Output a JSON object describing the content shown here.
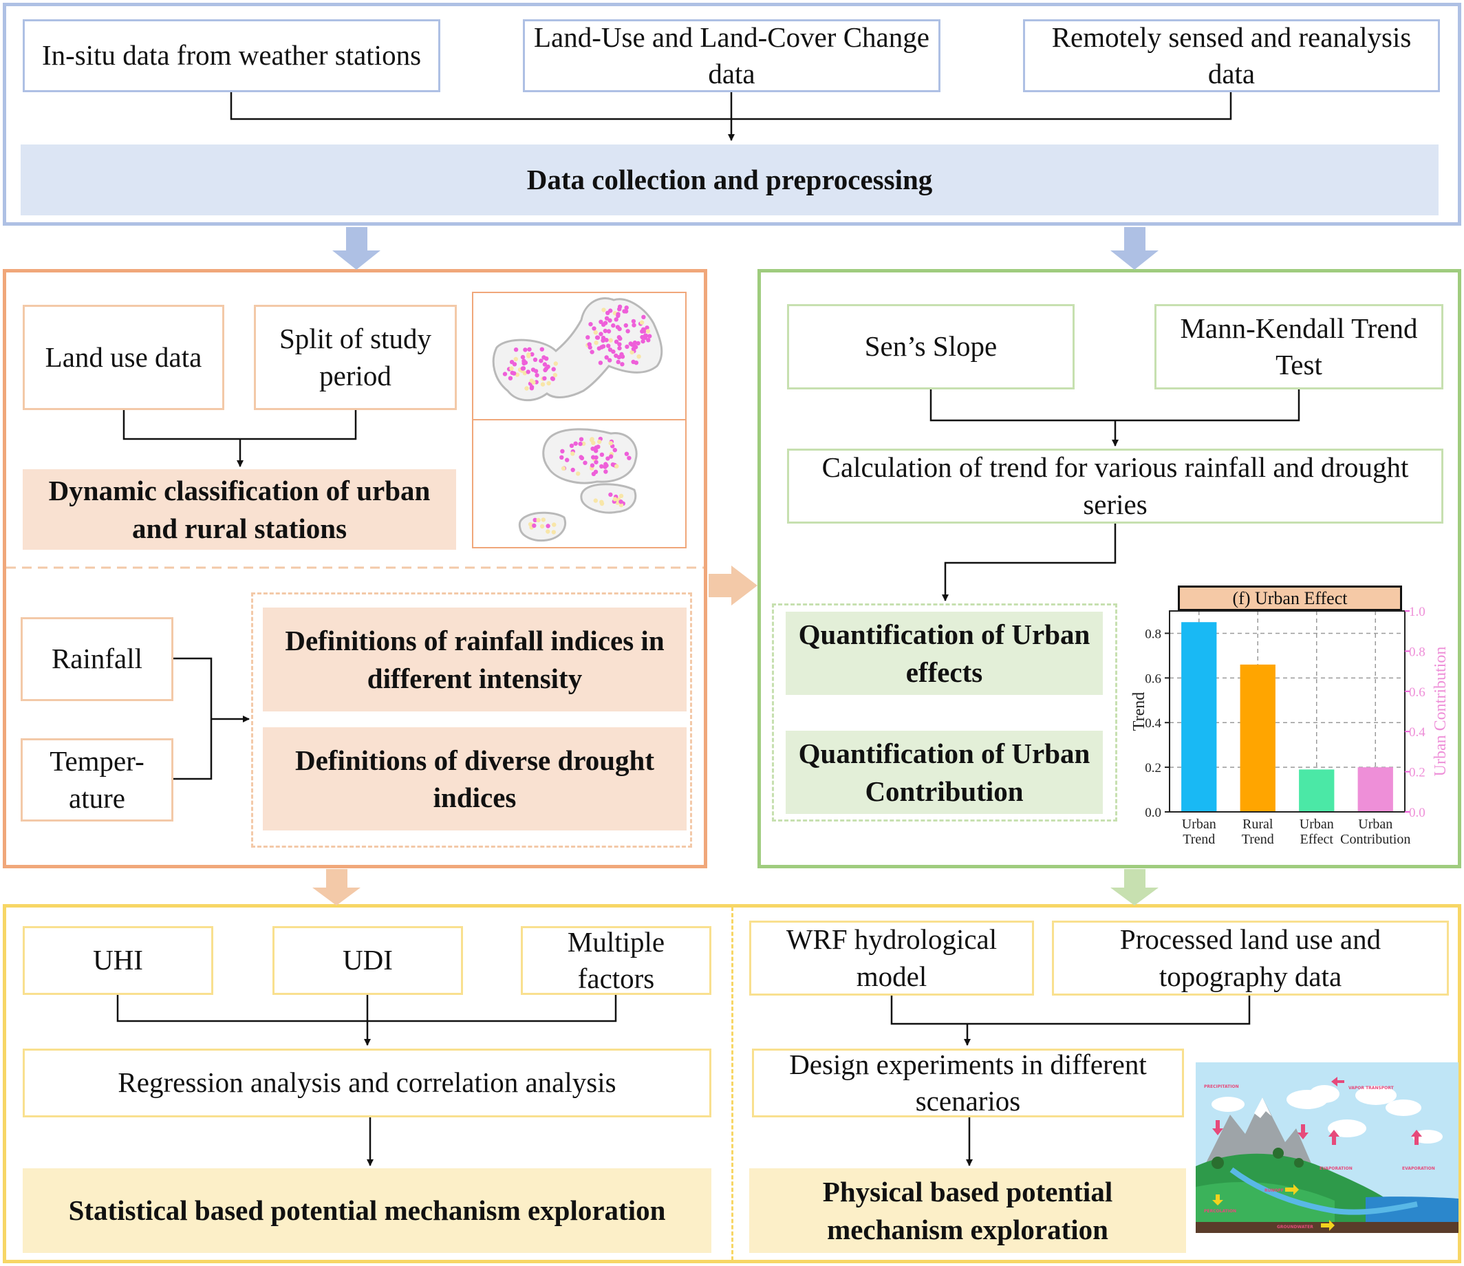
{
  "top": {
    "sources": [
      "In-situ data from weather stations",
      "Land-Use and Land-Cover Change data",
      "Remotely sensed and reanalysis data"
    ],
    "banner": "Data collection and preprocessing"
  },
  "left_panel": {
    "inputs": [
      "Land use data",
      "Split of study period"
    ],
    "classification": "Dynamic classification of urban and rural stations",
    "variables": [
      "Rainfall",
      "Temper-ature"
    ],
    "rainfall_indices": "Definitions of rainfall indices in different intensity",
    "drought_indices": "Definitions of diverse drought indices"
  },
  "right_panel": {
    "methods": [
      "Sen’s Slope",
      "Mann-Kendall Trend Test"
    ],
    "calculation": "Calculation of trend for various rainfall and drought series",
    "urban_effects": "Quantification of Urban effects",
    "urban_contribution": "Quantification of Urban Contribution"
  },
  "bottom_left": {
    "inputs": [
      "UHI",
      "UDI",
      "Multiple factors"
    ],
    "analysis": "Regression analysis and correlation analysis",
    "result": "Statistical based potential mechanism exploration"
  },
  "bottom_right": {
    "inputs": [
      "WRF hydrological model",
      "Processed land use and topography data"
    ],
    "design": "Design experiments in different scenarios",
    "result": "Physical based potential mechanism exploration"
  },
  "water_cycle_labels": {
    "precipitation": "PRECIPITATION",
    "vapor": "VAPOR TRANSPORT",
    "evaporation": "EVAPORATION",
    "percolation": "PERCOLATION",
    "runoff": "RUNOFF",
    "groundwater": "GROUNDWATER"
  },
  "chart_data": {
    "type": "bar",
    "title": "(f) Urban Effect",
    "categories": [
      "Urban Trend",
      "Rural Trend",
      "Urban Effect",
      "Urban Contribution"
    ],
    "values": [
      0.85,
      0.66,
      0.19,
      0.2
    ],
    "colors": [
      "#19b9f4",
      "#ffa500",
      "#4be8a6",
      "#ee8fd8"
    ],
    "ylabel": "Trend",
    "y2label": "Urban Contribution",
    "ylim": [
      0,
      0.9
    ],
    "y2lim": [
      0,
      1.0
    ],
    "yticks": [
      "0.0",
      "0.2",
      "0.4",
      "0.6",
      "0.8"
    ],
    "y2ticks": [
      "0.0",
      "0.2",
      "0.4",
      "0.6",
      "0.8",
      "1.0"
    ],
    "grid": true
  },
  "colors": {
    "blue": "#aec0e4",
    "blue_fill": "#dce5f4",
    "orange": "#f0a77a",
    "orange_fill": "#f9e1d1",
    "green": "#9fcc7e",
    "green_fill": "#e3efd8",
    "yellow": "#f7d665",
    "yellow_fill": "#fcefc8",
    "pink": "#ee5fd9",
    "sandy": "#f8e6a8"
  }
}
